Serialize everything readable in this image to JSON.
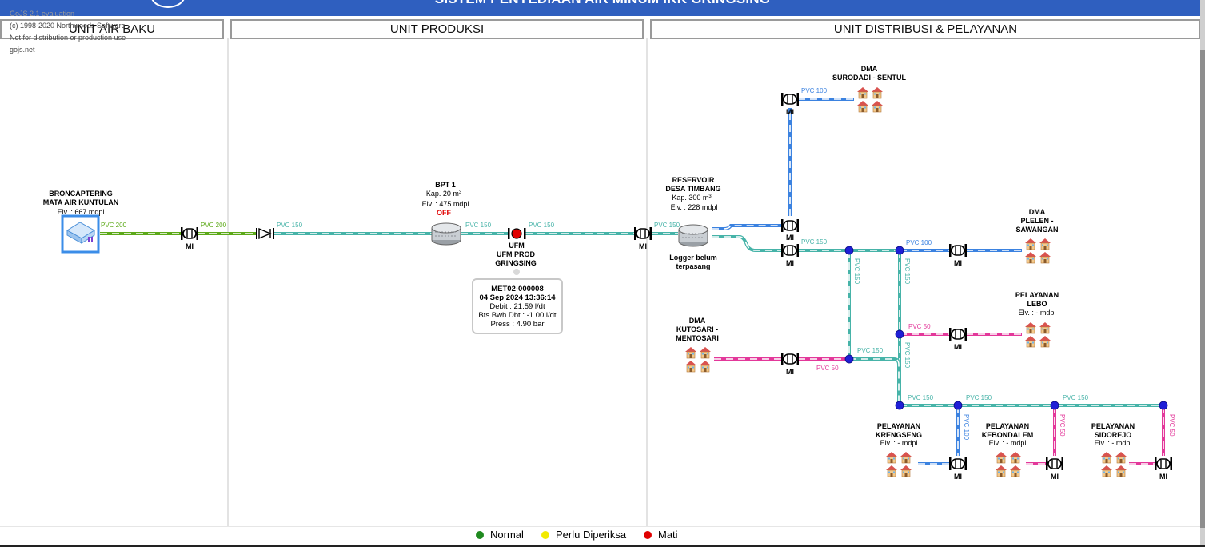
{
  "header": {
    "title": "SISTEM PENYEDIAAN AIR MINUM IKK GRINGSING",
    "watermark": [
      "GoJS 2.1 evaluation",
      "(c) 1998-2020 Northwoods Software",
      "Not for distribution or production use",
      "gojs.net"
    ]
  },
  "sections": {
    "baku": "UNIT AIR BAKU",
    "produksi": "UNIT PRODUKSI",
    "distribusi": "UNIT DISTRIBUSI & PELAYANAN"
  },
  "nodes": {
    "broncaptering": {
      "line1": "BRONCAPTERING",
      "line2": "MATA AIR KUNTULAN",
      "elv": "Elv. : 667 mdpl"
    },
    "bpt": {
      "name": "BPT 1",
      "kap_prefix": "Kap. 20 m",
      "kap_sup": "3",
      "elv": "Elv. : 475 mdpl",
      "status": "OFF"
    },
    "ufm": {
      "line1": "UFM",
      "line2": "UFM PROD",
      "line3": "GRINGSING"
    },
    "reservoir": {
      "line1": "RESERVOIR",
      "line2": "DESA TIMBANG",
      "kap_prefix": "Kap. 300 m",
      "kap_sup": "3",
      "elv": "Elv. : 228 mdpl",
      "logger1": "Logger belum",
      "logger2": "terpasang"
    },
    "dma_surodadi": {
      "line1": "DMA",
      "line2": "SURODADI - SENTUL"
    },
    "dma_plelen": {
      "line1": "DMA",
      "line2": "PLELEN -",
      "line3": "SAWANGAN"
    },
    "pel_lebo": {
      "line1": "PELAYANAN",
      "line2": "LEBO",
      "elv": "Elv. : - mdpl"
    },
    "dma_kutosari": {
      "line1": "DMA",
      "line2": "KUTOSARI -",
      "line3": "MENTOSARI"
    },
    "pel_krengseng": {
      "line1": "PELAYANAN",
      "line2": "KRENGSENG",
      "elv": "Elv. : - mdpl"
    },
    "pel_kebondalem": {
      "line1": "PELAYANAN",
      "line2": "KEBONDALEM",
      "elv": "Elv. : - mdpl"
    },
    "pel_sidorejo": {
      "line1": "PELAYANAN",
      "line2": "SIDOREJO",
      "elv": "Elv. : - mdpl"
    }
  },
  "meter_label": "MI",
  "pipes": {
    "pvc200": "PVC 200",
    "pvc150": "PVC 150",
    "pvc100": "PVC 100",
    "pvc50": "PVC 50"
  },
  "info_card": {
    "id": "MET02-000008",
    "datetime": "04 Sep 2024 13:36:14",
    "debit": "Debit : 21.59 l/dt",
    "bts": "Bts Bwh Dbt : -1.00 l/dt",
    "press": "Press : 4.90 bar"
  },
  "legend": [
    {
      "label": "Normal",
      "color": "#1f8a1f"
    },
    {
      "label": "Perlu Diperiksa",
      "color": "#f2ea00"
    },
    {
      "label": "Mati",
      "color": "#e00000"
    }
  ],
  "colors": {
    "green_pipe": "#5ca918",
    "teal_pipe": "#46b3a8",
    "blue_pipe": "#3b82e0",
    "pink_pipe": "#e3389a",
    "junction": "#1f1fd6",
    "header": "#2f5fbf"
  },
  "icons": [
    "house-icon",
    "meter-icon",
    "valve-icon",
    "tank-icon",
    "broncaptering-icon",
    "status-dot-icon"
  ]
}
